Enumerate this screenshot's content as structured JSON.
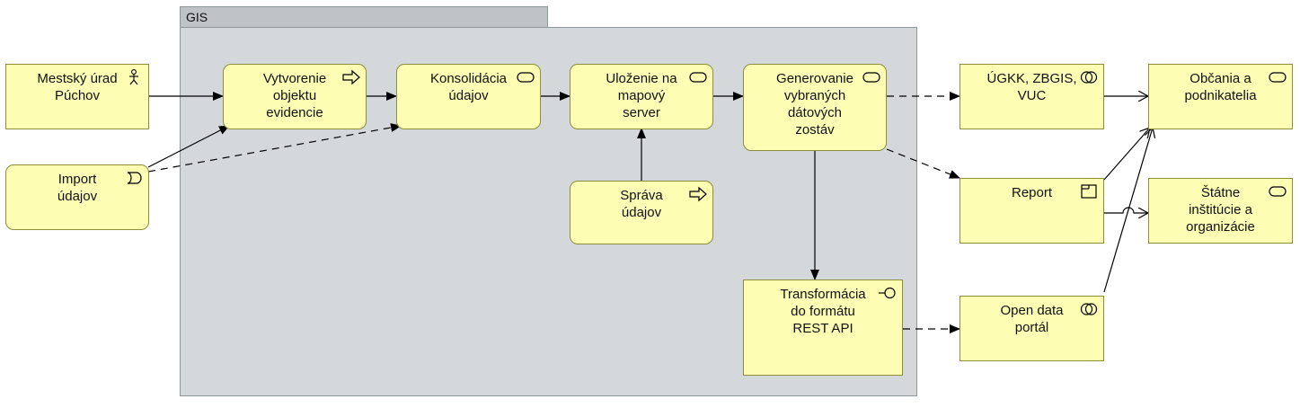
{
  "group": {
    "label": "GIS"
  },
  "nodes": {
    "mestsky_urad": {
      "label": "Mestský úrad\nPúchov",
      "icon": "actor-icon"
    },
    "import_udajov": {
      "label": "Import\núdajov",
      "icon": "event-icon"
    },
    "vytvorenie": {
      "label": "Vytvorenie\nobjektu\nevidencie",
      "icon": "process-arrow-icon"
    },
    "konsolidacia": {
      "label": "Konsolidácia\núdajov",
      "icon": "service-icon"
    },
    "ulozenie": {
      "label": "Uloženie na\nmapový\nserver",
      "icon": "service-icon"
    },
    "generovanie": {
      "label": "Generovanie\nvybraných\ndátových\nzostáv",
      "icon": "service-icon"
    },
    "sprava": {
      "label": "Správa\núdajov",
      "icon": "process-arrow-icon"
    },
    "transformacia": {
      "label": "Transformácia\ndo formátu\nREST API",
      "icon": "interface-icon"
    },
    "ugkk": {
      "label": "ÚGKK, ZBGIS,\nVUC",
      "icon": "collaboration-icon"
    },
    "report": {
      "label": "Report",
      "icon": "representation-icon"
    },
    "open_data": {
      "label": "Open data\nportál",
      "icon": "collaboration-icon"
    },
    "obcania": {
      "label": "Občania a\npodnikatelia",
      "icon": "service-icon"
    },
    "statne": {
      "label": "Štátne\ninštitúcie a\norganizácie",
      "icon": "service-icon"
    }
  },
  "colors": {
    "node_fill": "#fdfdb4",
    "node_border": "#8d8d3c",
    "group_fill": "#d4d8da",
    "line": "#000000"
  }
}
